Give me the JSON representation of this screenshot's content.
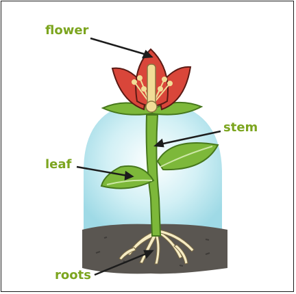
{
  "labels": {
    "flower": "flower",
    "stem": "stem",
    "leaf": "leaf",
    "roots": "roots"
  },
  "colors": {
    "label_text": "#7ca51f",
    "pointer": "#1c1c1c",
    "petal": "#d9463a",
    "petal_outline": "#5a1a14",
    "stamen": "#f1dd97",
    "leaf_stem": "#7db83a",
    "leaf_stem_dark": "#46771c",
    "soil": "#5a5651",
    "roots": "#f6ecc4",
    "backdrop": "#a9dfea"
  }
}
